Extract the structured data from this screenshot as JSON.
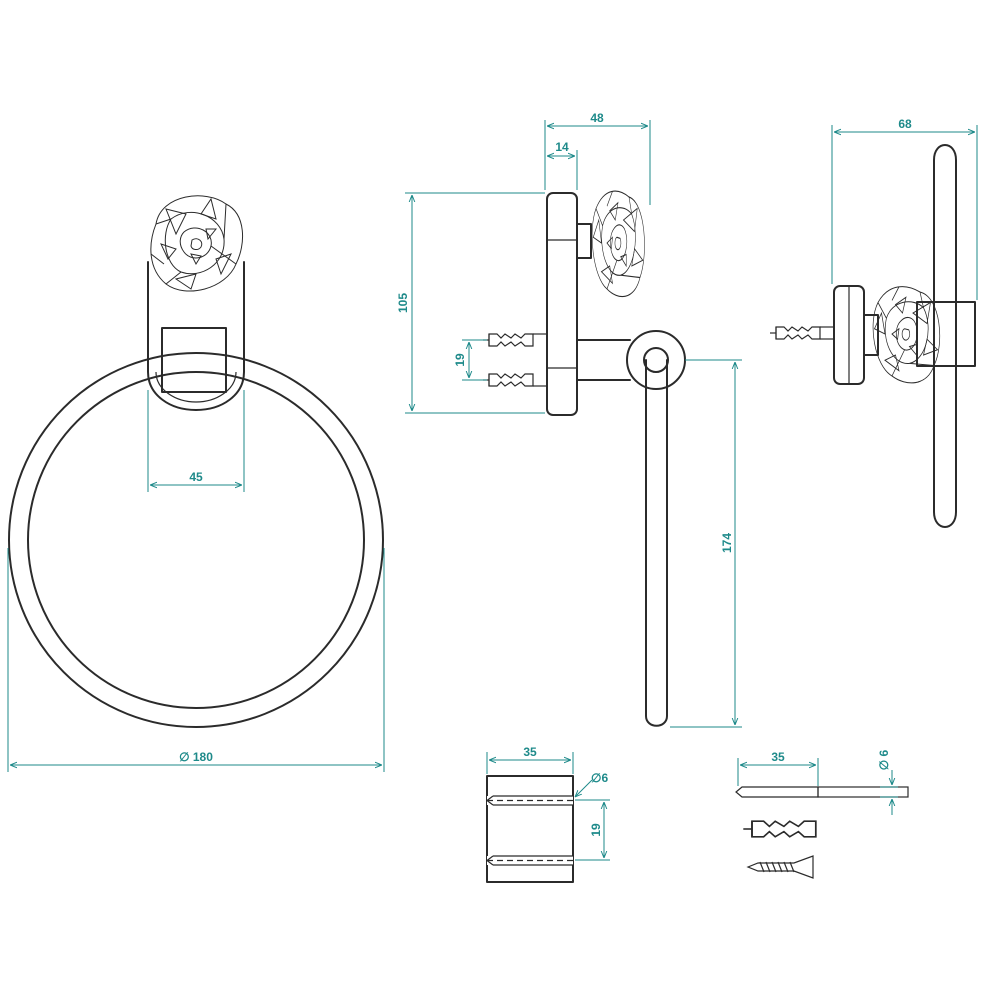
{
  "colors": {
    "line": "#2b2b2b",
    "dimension": "#1e8a8a",
    "background": "#ffffff"
  },
  "dimensions": {
    "ring_diameter": "∅ 180",
    "mount_width": "45",
    "side_depth": "48",
    "side_base": "14",
    "side_height": "105",
    "side_screw_spacing": "19",
    "bar_length": "174",
    "end_depth": "68",
    "block_width": "35",
    "block_hole": "∅6",
    "block_spacing": "19",
    "drill_length": "35",
    "drill_diameter": "∅ 6"
  },
  "icons": [
    "rose-knob-icon",
    "wall-plug-icon",
    "screw-icon",
    "drill-bit-icon"
  ]
}
